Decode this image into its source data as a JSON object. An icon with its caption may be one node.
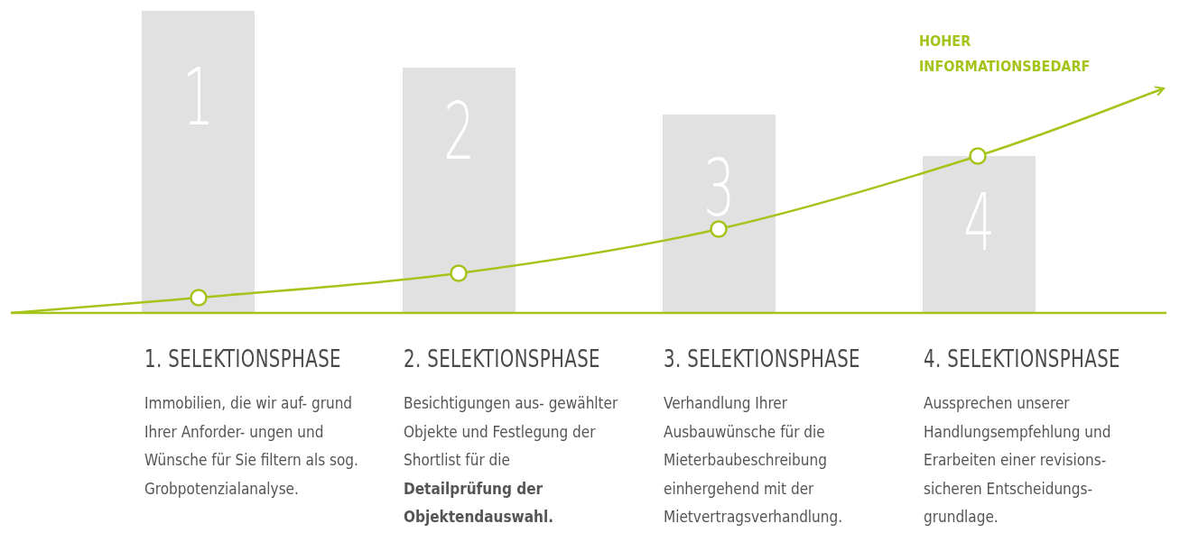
{
  "diagram": {
    "nodes": [
      {
        "text": [
          "1"
        ]
      },
      {
        "text": [
          "2"
        ]
      },
      {
        "text": [
          "3"
        ]
      },
      {
        "text": [
          "4"
        ]
      }
    ],
    "labels": [
      "HOHER INFORMATIONSBEDARF",
      "1. SELEKTIONSPHASE",
      "Immobilien, die wir auf- grund Ihrer Anforder- ungen und Wünsche für Sie filtern als sog. Grobpotenzialanalyse.",
      "2. SELEKTIONSPHASE",
      "Besichtigungen aus- gewählter Objekte und Festlegung der Shortlist für die **Detailprüfung der Objektendauswahl.**",
      "3. SELEKTIONSPHASE",
      "Verhandlung Ihrer Ausbauwünsche für die Mieterbaubeschreibung einhergehend mit der Mietvertragsverhandlung.",
      "4. SELEKTIONSPHASE",
      "Aussprechen unserer Handlungsempfehlung und Erarbeiten einer revisions- sicheren Entscheidungs- grundlage."
    ]
  }
}
